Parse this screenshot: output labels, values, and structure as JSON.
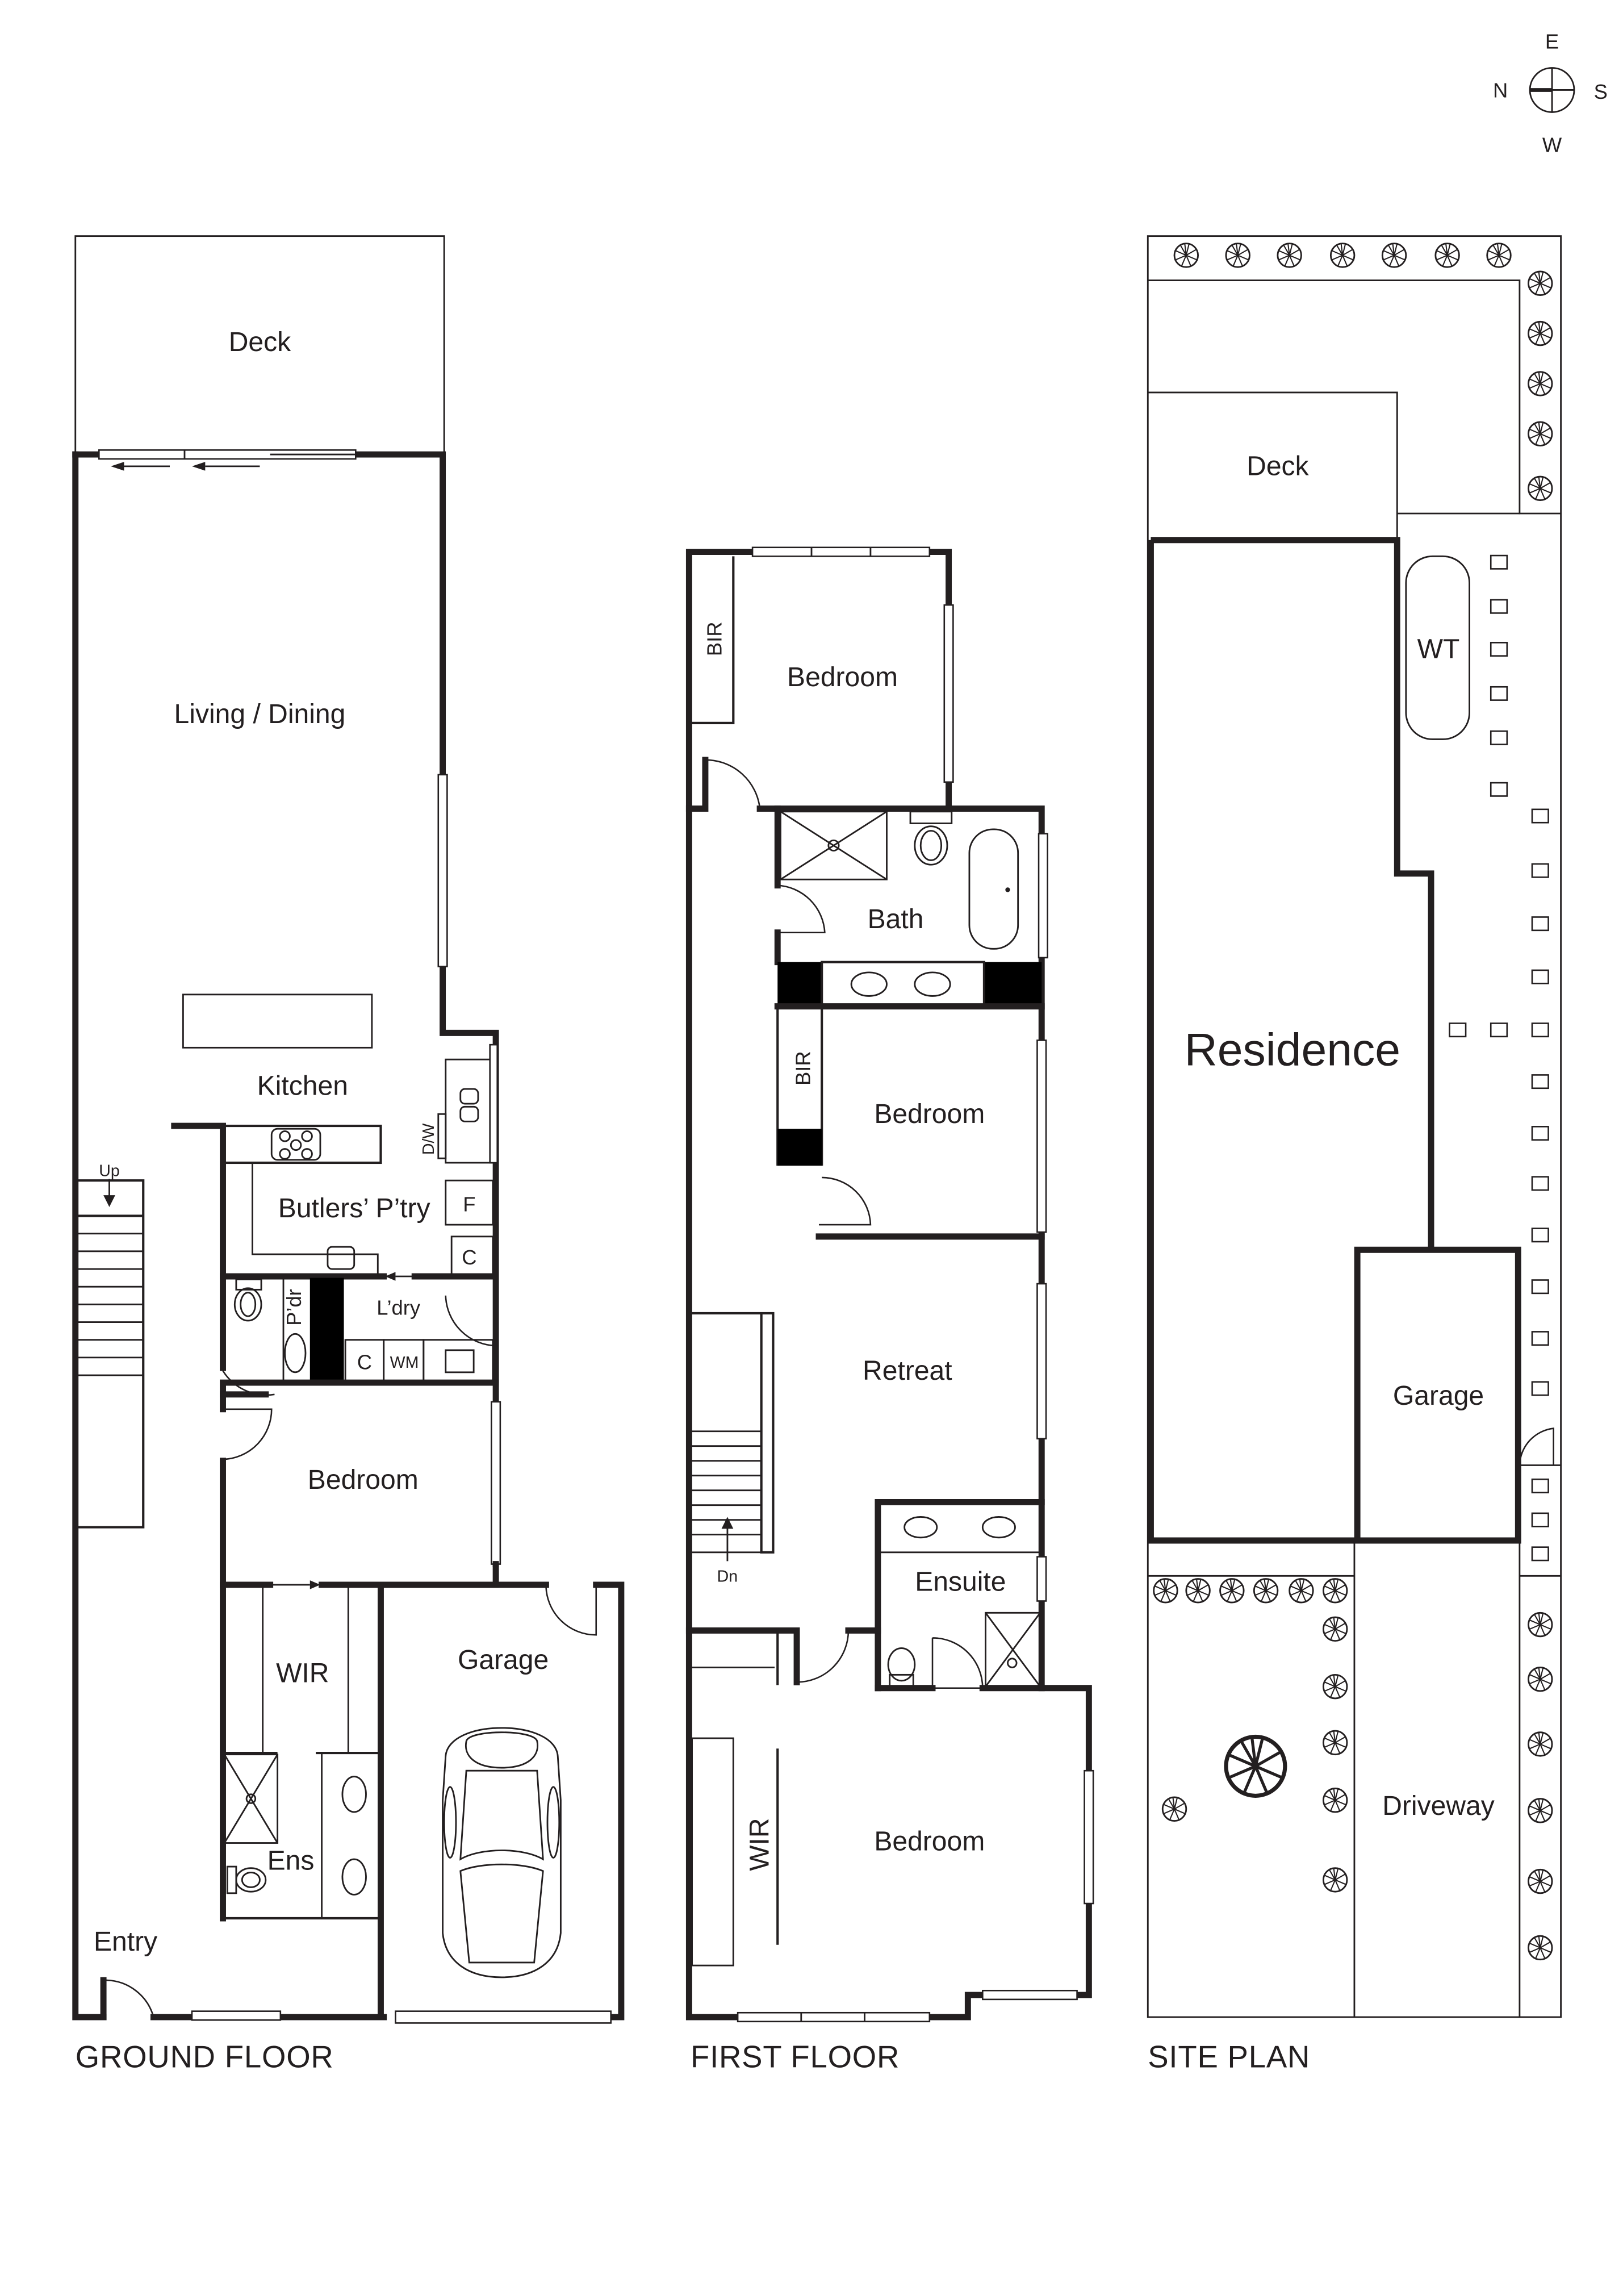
{
  "compass": {
    "north": "N",
    "east": "E",
    "south": "S",
    "west": "W"
  },
  "ground_floor": {
    "title": "GROUND FLOOR",
    "rooms": {
      "deck": "Deck",
      "living_dining": "Living / Dining",
      "kitchen": "Kitchen",
      "dishwasher": "D/W",
      "butlers_pantry": "Butlers’ P’try",
      "fridge": "F",
      "cupboard_pantry": "C",
      "powder": "P’dr",
      "laundry": "L’dry",
      "laundry_cupboard": "C",
      "washing_machine": "WM",
      "stairs_up": "Up",
      "bedroom": "Bedroom",
      "wir": "WIR",
      "ensuite": "Ens",
      "garage": "Garage",
      "entry": "Entry"
    }
  },
  "first_floor": {
    "title": "FIRST FLOOR",
    "rooms": {
      "bir_1": "BIR",
      "bedroom_1": "Bedroom",
      "bath": "Bath",
      "bir_2": "BIR",
      "bedroom_2": "Bedroom",
      "retreat": "Retreat",
      "stairs_down": "Dn",
      "ensuite": "Ensuite",
      "wir": "WIR",
      "bedroom_3": "Bedroom"
    }
  },
  "site_plan": {
    "title": "SITE PLAN",
    "labels": {
      "deck": "Deck",
      "water_tank": "WT",
      "residence": "Residence",
      "garage": "Garage",
      "driveway": "Driveway"
    }
  }
}
